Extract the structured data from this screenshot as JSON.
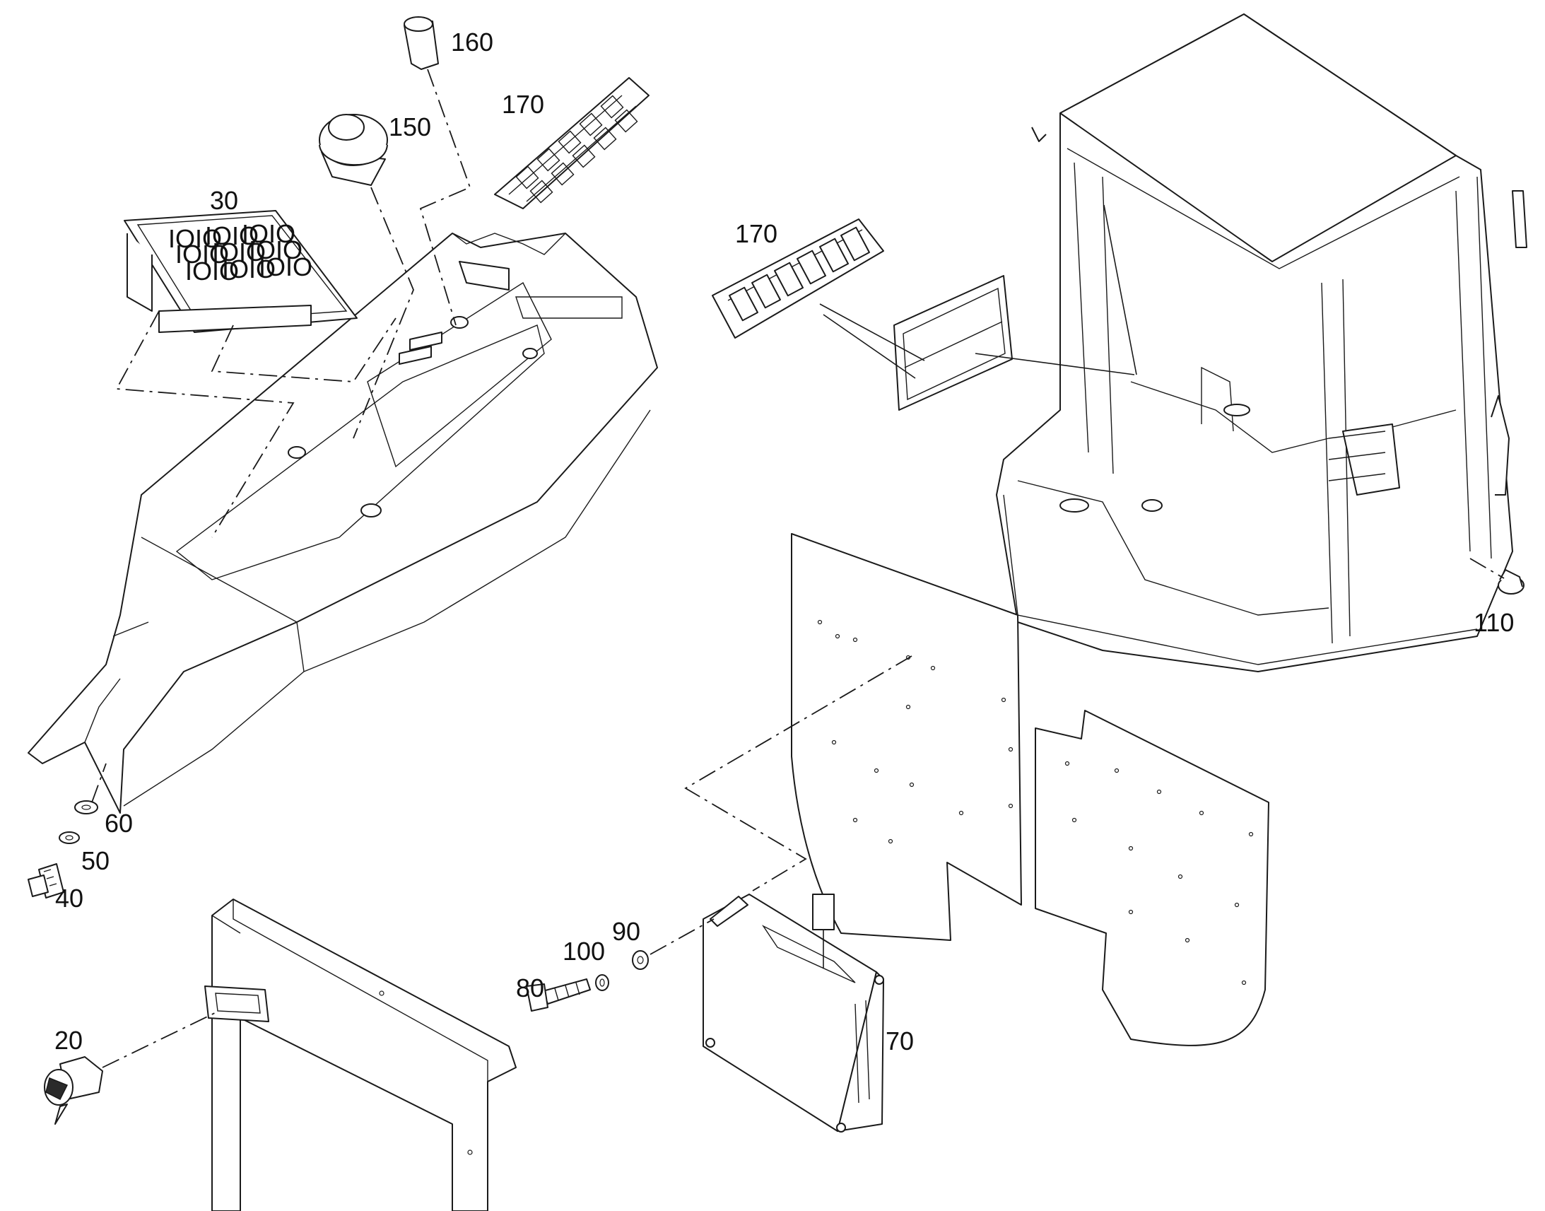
{
  "callouts": [
    {
      "id": "c160",
      "text": "160"
    },
    {
      "id": "c170a",
      "text": "170"
    },
    {
      "id": "c150",
      "text": "150"
    },
    {
      "id": "c30",
      "text": "30"
    },
    {
      "id": "c170b",
      "text": "170"
    },
    {
      "id": "c110",
      "text": "110"
    },
    {
      "id": "c60",
      "text": "60"
    },
    {
      "id": "c50",
      "text": "50"
    },
    {
      "id": "c40",
      "text": "40"
    },
    {
      "id": "c90",
      "text": "90"
    },
    {
      "id": "c100",
      "text": "100"
    },
    {
      "id": "c80",
      "text": "80"
    },
    {
      "id": "c20",
      "text": "20"
    },
    {
      "id": "c70",
      "text": "70"
    }
  ],
  "keypad_glyph": "IOIO"
}
